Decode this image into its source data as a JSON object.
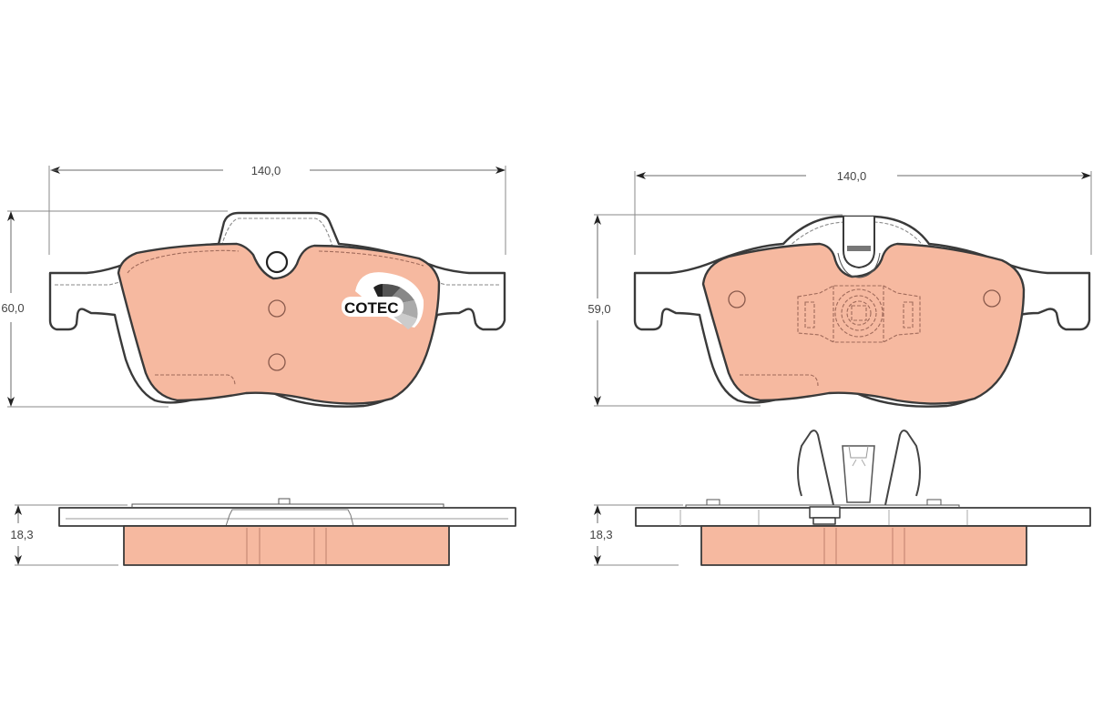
{
  "drawing": {
    "subject": "Brake pad set technical drawing",
    "colors": {
      "friction_material": "#f6b9a0",
      "outline": "#3a3a3a",
      "background": "#ffffff"
    },
    "views": [
      {
        "id": "left-front",
        "width_label": "140,0",
        "height_label": "60,0",
        "logo_text": "COTEC"
      },
      {
        "id": "right-front",
        "width_label": "140,0",
        "height_label": "59,0"
      },
      {
        "id": "left-side",
        "thickness_label": "18,3"
      },
      {
        "id": "right-side",
        "thickness_label": "18,3"
      }
    ]
  }
}
